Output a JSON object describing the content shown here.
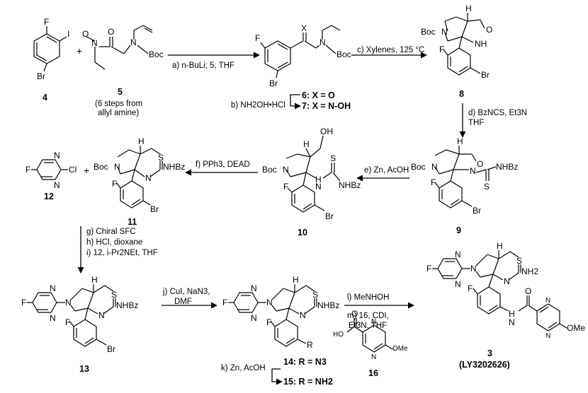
{
  "reagents": {
    "a": "a) n-BuLi; 5, THF",
    "b": "b) NH2OH•HCl",
    "c": "c) Xylenes, 125 °C",
    "d1": "d) BzNCS, Et3N",
    "d2": "THF",
    "e": "e) Zn, AcOH",
    "f": "f) PPh3, DEAD",
    "g": "g) Chiral SFC",
    "h": "h) HCl, dioxane",
    "i": "i) 12, i-Pr2NEt, THF",
    "j1": "j) CuI, NaN3,",
    "j2": "DMF",
    "k": "k) Zn, AcOH",
    "l": "l) MeNHOH",
    "m1": "m) 16, CDI,",
    "m2": "Et3N, THF"
  },
  "compounds": {
    "c4": "4",
    "c5": "5",
    "c5_note1": "(6 steps from",
    "c5_note2": "allyl amine)",
    "c6": "6: X = O",
    "c7": "7: X = N-OH",
    "c8": "8",
    "c9": "9",
    "c10": "10",
    "c11": "11",
    "c12": "12",
    "c13": "13",
    "c14": "14: R = N3",
    "c15": "15: R = NH2",
    "c16": "16",
    "c3": "3",
    "c3_name": "(LY3202626)"
  },
  "atoms": {
    "F": "F",
    "I": "I",
    "Br": "Br",
    "O": "O",
    "N": "N",
    "S": "S",
    "H": "H",
    "X": "X",
    "R": "R",
    "Cl": "Cl",
    "Boc": "Boc",
    "NH": "NH",
    "HO": "HO",
    "NHBz": "NHBz",
    "NH2": "NH2",
    "OMe": "OMe",
    "plus": "+"
  }
}
